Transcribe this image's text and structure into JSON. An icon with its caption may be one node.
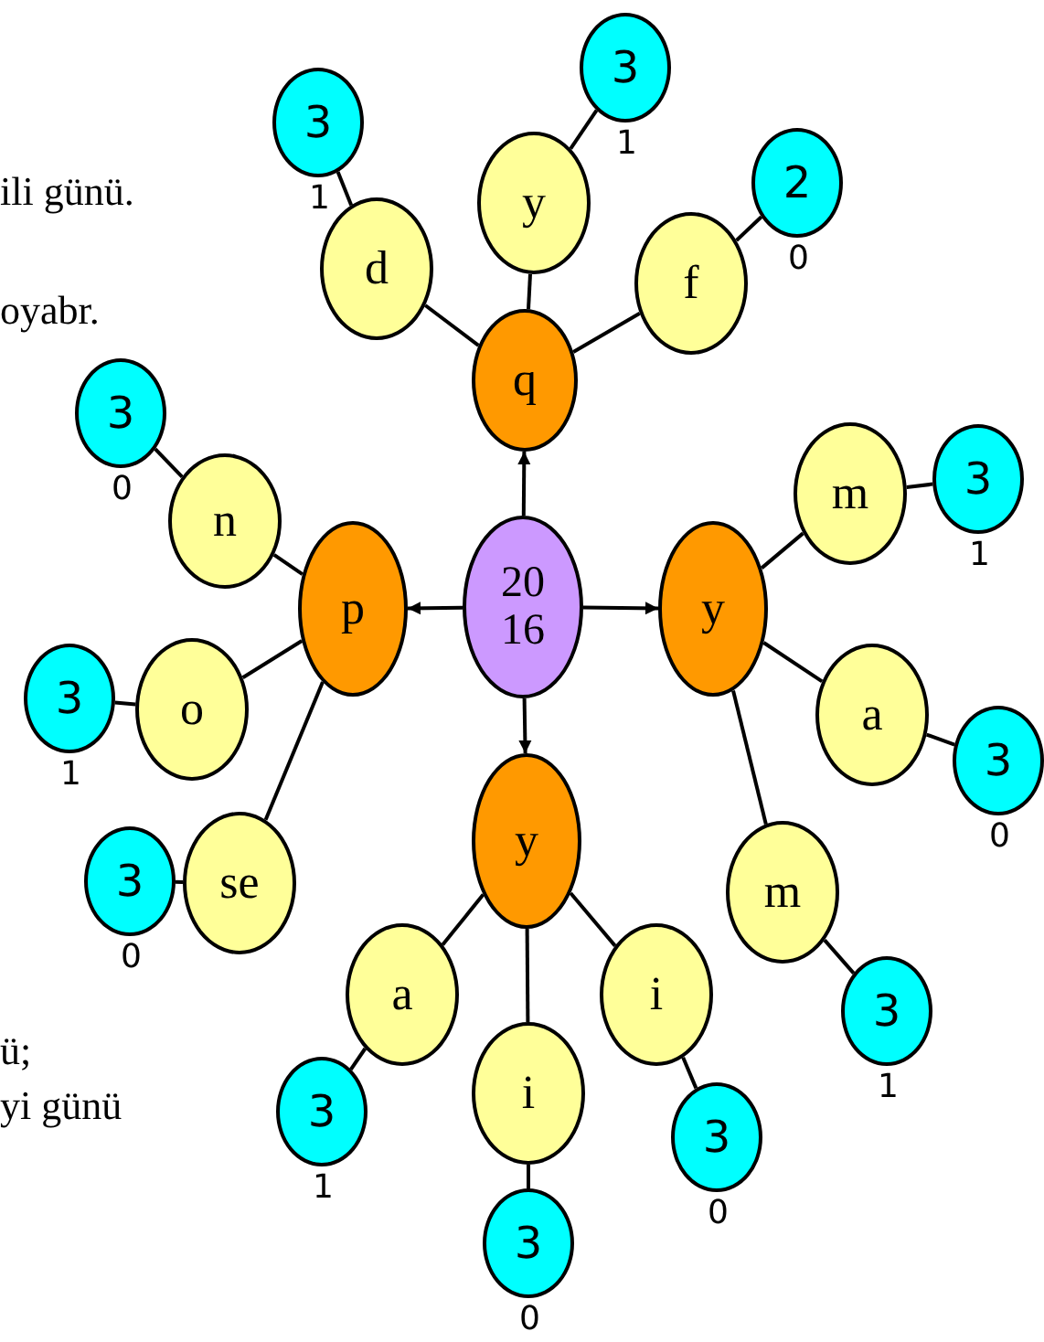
{
  "diagram": {
    "nodes": [
      {
        "text": [
          "2016"
        ]
      },
      {
        "text": [
          "q"
        ]
      },
      {
        "text": [
          "p"
        ]
      },
      {
        "text": [
          "y"
        ]
      },
      {
        "text": [
          "y"
        ]
      },
      {
        "text": [
          "d"
        ]
      },
      {
        "text": [
          "y"
        ]
      },
      {
        "text": [
          "f"
        ]
      },
      {
        "text": [
          "n"
        ]
      },
      {
        "text": [
          "o"
        ]
      },
      {
        "text": [
          "se"
        ]
      },
      {
        "text": [
          "m"
        ]
      },
      {
        "text": [
          "a"
        ]
      },
      {
        "text": [
          "m"
        ]
      },
      {
        "text": [
          "a"
        ]
      },
      {
        "text": [
          "i"
        ]
      },
      {
        "text": [
          "i"
        ]
      },
      {
        "text": [
          "3"
        ],
        "beside": [
          "1"
        ]
      },
      {
        "text": [
          "3"
        ],
        "beside": [
          "1"
        ]
      },
      {
        "text": [
          "2"
        ],
        "beside": [
          "0"
        ]
      },
      {
        "text": [
          "3"
        ],
        "beside": [
          "0"
        ]
      },
      {
        "text": [
          "3"
        ],
        "beside": [
          "1"
        ]
      },
      {
        "text": [
          "3"
        ],
        "beside": [
          "0"
        ]
      },
      {
        "text": [
          "3"
        ],
        "beside": [
          "1"
        ]
      },
      {
        "text": [
          "3"
        ],
        "beside": [
          "0"
        ]
      },
      {
        "text": [
          "3"
        ],
        "beside": [
          "1"
        ]
      },
      {
        "text": [
          "3"
        ],
        "beside": [
          "1"
        ]
      },
      {
        "text": [
          "3"
        ],
        "beside": [
          "0"
        ]
      },
      {
        "text": [
          "3"
        ],
        "beside": [
          "0"
        ]
      }
    ],
    "edges": [
      {
        "from": 0,
        "to": 1,
        "arrow": "to"
      },
      {
        "from": 0,
        "to": 2,
        "arrow": "to"
      },
      {
        "from": 0,
        "to": 3,
        "arrow": "to"
      },
      {
        "from": 0,
        "to": 4,
        "arrow": "to"
      },
      {
        "from": 1,
        "to": 5,
        "arrow": "none"
      },
      {
        "from": 1,
        "to": 6,
        "arrow": "none"
      },
      {
        "from": 1,
        "to": 7,
        "arrow": "none"
      },
      {
        "from": 2,
        "to": 8,
        "arrow": "none"
      },
      {
        "from": 2,
        "to": 9,
        "arrow": "none"
      },
      {
        "from": 2,
        "to": 10,
        "arrow": "none"
      },
      {
        "from": 3,
        "to": 11,
        "arrow": "none"
      },
      {
        "from": 3,
        "to": 12,
        "arrow": "none"
      },
      {
        "from": 3,
        "to": 13,
        "arrow": "none"
      },
      {
        "from": 4,
        "to": 14,
        "arrow": "none"
      },
      {
        "from": 4,
        "to": 15,
        "arrow": "none"
      },
      {
        "from": 4,
        "to": 16,
        "arrow": "none"
      },
      {
        "from": 5,
        "to": 17,
        "arrow": "none"
      },
      {
        "from": 6,
        "to": 18,
        "arrow": "none"
      },
      {
        "from": 7,
        "to": 19,
        "arrow": "none"
      },
      {
        "from": 8,
        "to": 20,
        "arrow": "none"
      },
      {
        "from": 9,
        "to": 21,
        "arrow": "none"
      },
      {
        "from": 10,
        "to": 22,
        "arrow": "none"
      },
      {
        "from": 11,
        "to": 23,
        "arrow": "none"
      },
      {
        "from": 12,
        "to": 24,
        "arrow": "none"
      },
      {
        "from": 13,
        "to": 25,
        "arrow": "none"
      },
      {
        "from": 14,
        "to": 26,
        "arrow": "none"
      },
      {
        "from": 15,
        "to": 27,
        "arrow": "none"
      },
      {
        "from": 16,
        "to": 28,
        "arrow": "none"
      }
    ],
    "labels": [
      "ili günü.",
      "oyabr.",
      "ü;",
      "yi günü"
    ]
  }
}
